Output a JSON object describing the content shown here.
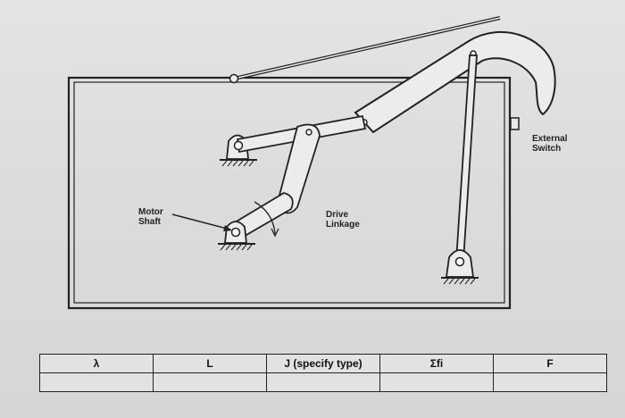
{
  "diagram": {
    "labels": {
      "motor_shaft": "Motor\nShaft",
      "drive_linkage": "Drive\nLinkage",
      "external_switch": "External\nSwitch"
    }
  },
  "table": {
    "headers": [
      "λ",
      "L",
      "J (specify type)",
      "Σfi",
      "F"
    ],
    "rows": [
      [
        "",
        "",
        "",
        "",
        ""
      ]
    ]
  }
}
